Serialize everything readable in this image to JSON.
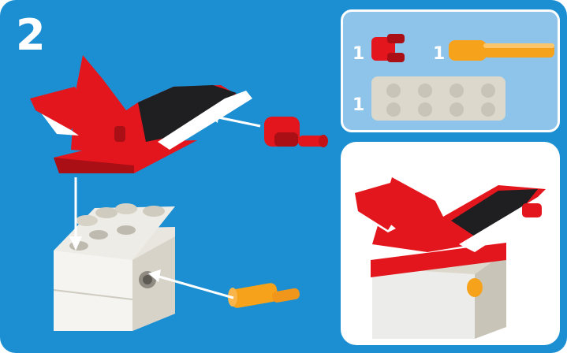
{
  "step": {
    "number": "2"
  },
  "parts_list": {
    "items": [
      {
        "name": "red-fork-connector",
        "quantity": "1"
      },
      {
        "name": "orange-axle-pin",
        "quantity": "1"
      },
      {
        "name": "light-gray-plate-2x4-with-holes",
        "quantity": "1"
      }
    ]
  },
  "colors": {
    "background_blue": "#1c8fd2",
    "parts_panel_blue": "#8ec3ea",
    "part_red": "#e3161d",
    "part_dark_red": "#a90f15",
    "part_black": "#1f1f22",
    "part_white": "#ffffff",
    "part_orange": "#f7a21b",
    "part_light_gray": "#dcd8cc",
    "arrow": "#ffffff"
  },
  "icons": [
    "red-sneaker-part",
    "white-brick",
    "orange-pin",
    "assembly-arrow"
  ]
}
